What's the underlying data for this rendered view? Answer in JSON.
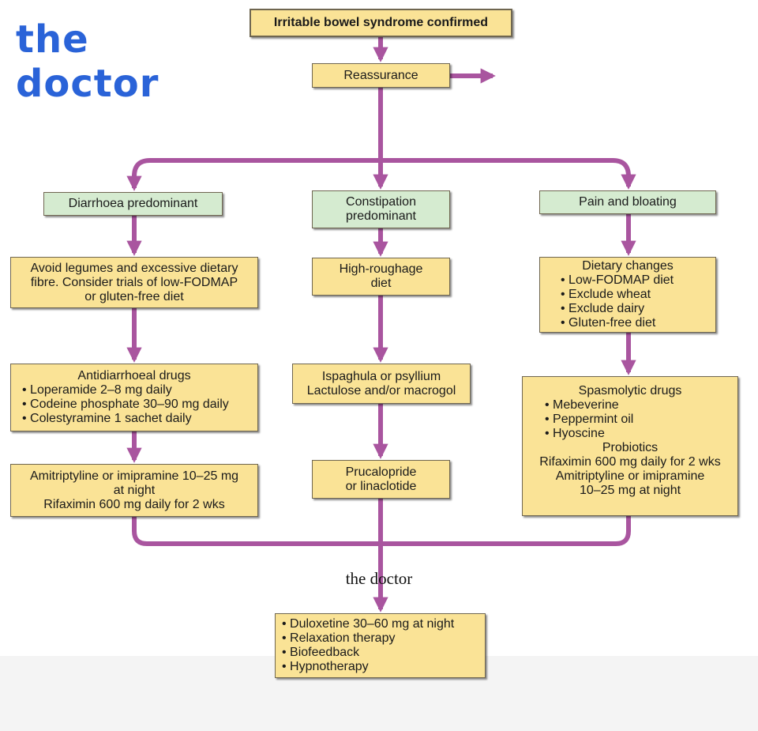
{
  "colors": {
    "arrow": "#a9559f",
    "yellow_box": "#fae396",
    "green_box": "#d5ebd0",
    "watermark": "#2a63d8"
  },
  "watermark": {
    "line1": "the",
    "line2": "doctor"
  },
  "caption": "the doctor",
  "top": {
    "title": "Irritable bowel syndrome confirmed",
    "reassurance": "Reassurance"
  },
  "branches": {
    "diarrhoea": {
      "header": "Diarrhoea predominant",
      "diet": [
        "Avoid legumes and excessive dietary",
        "fibre. Consider trials of low-FODMAP",
        "or gluten-free diet"
      ],
      "drugs_title": "Antidiarrhoeal drugs",
      "drugs": [
        "Loperamide 2–8 mg daily",
        "Codeine phosphate 30–90 mg daily",
        "Colestyramine 1 sachet daily"
      ],
      "second_line": [
        "Amitriptyline or imipramine 10–25 mg",
        "at night",
        "Rifaximin 600 mg daily for 2 wks"
      ]
    },
    "constipation": {
      "header": [
        "Constipation",
        "predominant"
      ],
      "diet": [
        "High-roughage",
        "diet"
      ],
      "laxatives": [
        "Ispaghula or psyllium",
        "Lactulose and/or macrogol"
      ],
      "second_line": [
        "Prucalopride",
        "or linaclotide"
      ]
    },
    "pain": {
      "header": "Pain and bloating",
      "diet_title": "Dietary changes",
      "diet": [
        "Low-FODMAP diet",
        "Exclude wheat",
        "Exclude dairy",
        "Gluten-free diet"
      ],
      "drugs_title": "Spasmolytic drugs",
      "drugs": [
        "Mebeverine",
        "Peppermint oil",
        "Hyoscine"
      ],
      "extra": [
        "Probiotics",
        "Rifaximin 600 mg daily for 2 wks",
        "Amitriptyline or imipramine",
        "10–25 mg at night"
      ]
    }
  },
  "final": {
    "items": [
      "Duloxetine 30–60 mg at night",
      "Relaxation therapy",
      "Biofeedback",
      "Hypnotherapy"
    ]
  }
}
